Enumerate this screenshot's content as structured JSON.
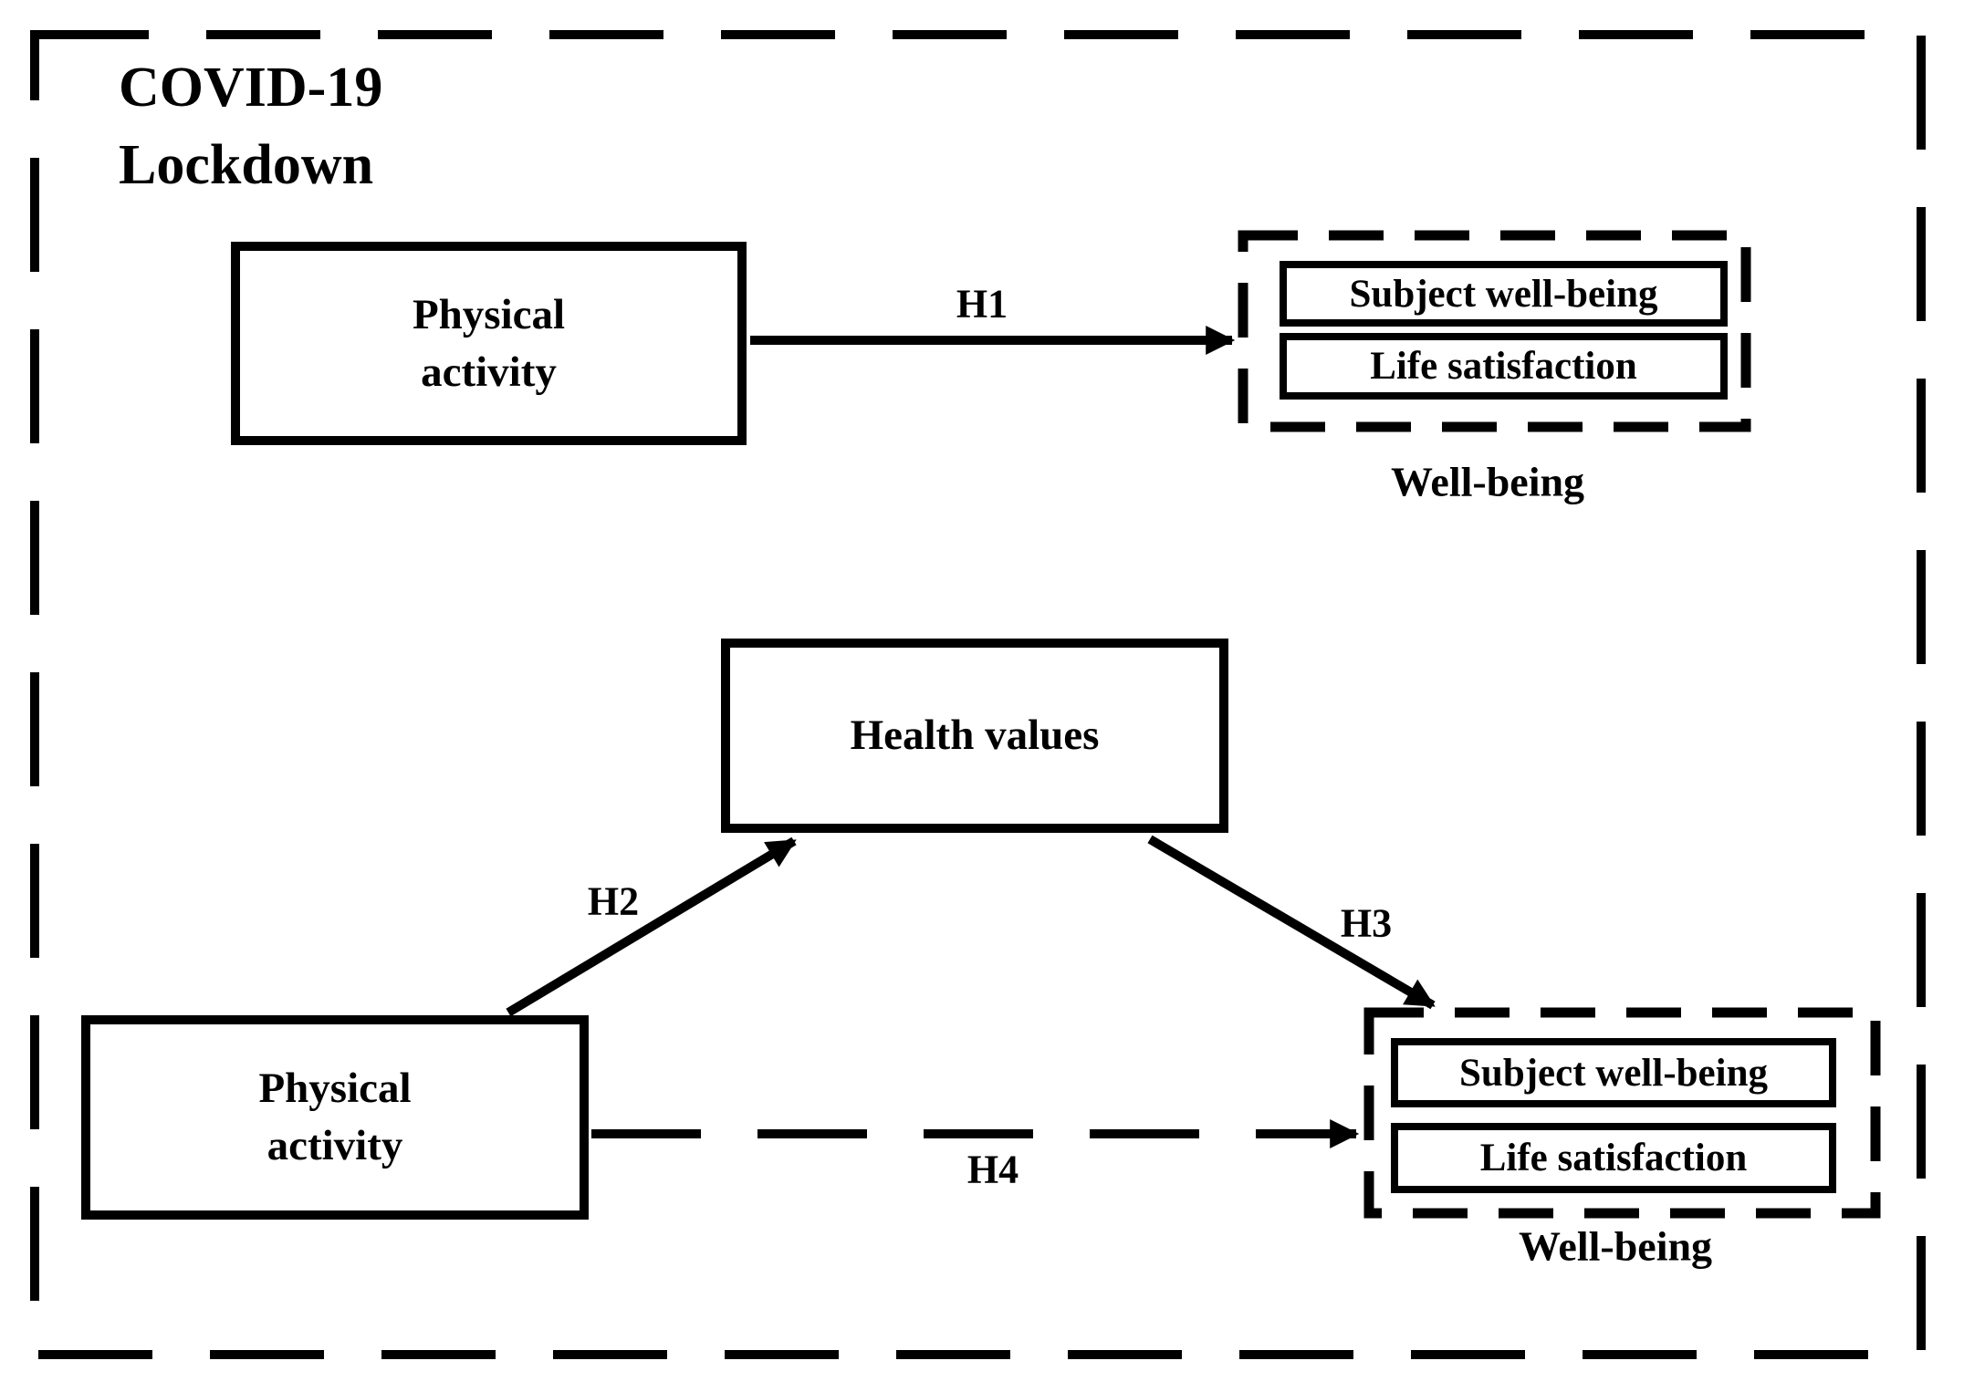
{
  "figure": {
    "frame_label_line1": "COVID-19",
    "frame_label_line2": "Lockdown"
  },
  "nodes": {
    "physical_activity_top": {
      "line1": "Physical",
      "line2": "activity"
    },
    "physical_activity_bottom": {
      "line1": "Physical",
      "line2": "activity"
    },
    "health_values": {
      "label": "Health values"
    },
    "well_being_top": {
      "item1": "Subject well-being",
      "item2": "Life satisfaction",
      "caption": "Well-being"
    },
    "well_being_bottom": {
      "item1": "Subject well-being",
      "item2": "Life satisfaction",
      "caption": "Well-being"
    }
  },
  "hypotheses": {
    "h1": "H1",
    "h2": "H2",
    "h3": "H3",
    "h4": "H4"
  },
  "colors": {
    "ink": "#000000",
    "background": "#ffffff"
  }
}
